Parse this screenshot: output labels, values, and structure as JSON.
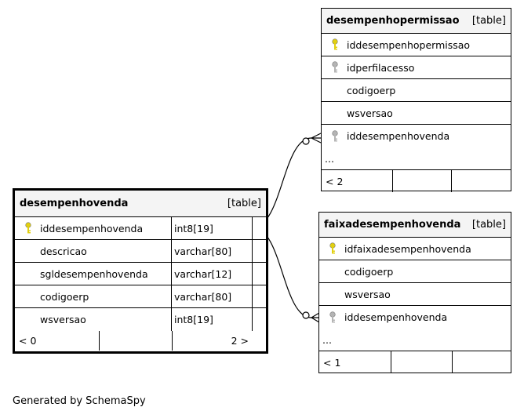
{
  "tables": {
    "desempenhovenda": {
      "name": "desempenhovenda",
      "kind": "[table]",
      "columns": [
        {
          "name": "iddesempenhovenda",
          "type": "int8[19]",
          "key": "primary"
        },
        {
          "name": "descricao",
          "type": "varchar[80]",
          "key": "none"
        },
        {
          "name": "sgldesempenhovenda",
          "type": "varchar[12]",
          "key": "none"
        },
        {
          "name": "codigoerp",
          "type": "varchar[80]",
          "key": "none"
        },
        {
          "name": "wsversao",
          "type": "int8[19]",
          "key": "none"
        }
      ],
      "footer": {
        "parents": "< 0",
        "children": "2 >"
      }
    },
    "desempenhopermissao": {
      "name": "desempenhopermissao",
      "kind": "[table]",
      "columns": [
        {
          "name": "iddesempenhopermissao",
          "key": "primary"
        },
        {
          "name": "idperfilacesso",
          "key": "foreign"
        },
        {
          "name": "codigoerp",
          "key": "none"
        },
        {
          "name": "wsversao",
          "key": "none"
        },
        {
          "name": "iddesempenhovenda",
          "key": "foreign"
        }
      ],
      "ellipsis": "...",
      "footer": {
        "parents": "< 2"
      }
    },
    "faixadesempenhovenda": {
      "name": "faixadesempenhovenda",
      "kind": "[table]",
      "columns": [
        {
          "name": "idfaixadesempenhovenda",
          "key": "primary"
        },
        {
          "name": "codigoerp",
          "key": "none"
        },
        {
          "name": "wsversao",
          "key": "none"
        },
        {
          "name": "iddesempenhovenda",
          "key": "foreign"
        }
      ],
      "ellipsis": "...",
      "footer": {
        "parents": "< 1"
      }
    }
  },
  "colors": {
    "primary_key": "#e2d010",
    "foreign_key": "#b4b4b4",
    "header_bg": "#f4f4f4"
  },
  "icons": {
    "primary": "key-icon",
    "foreign": "foreign-key-icon"
  },
  "generated_by": "Generated by SchemaSpy"
}
